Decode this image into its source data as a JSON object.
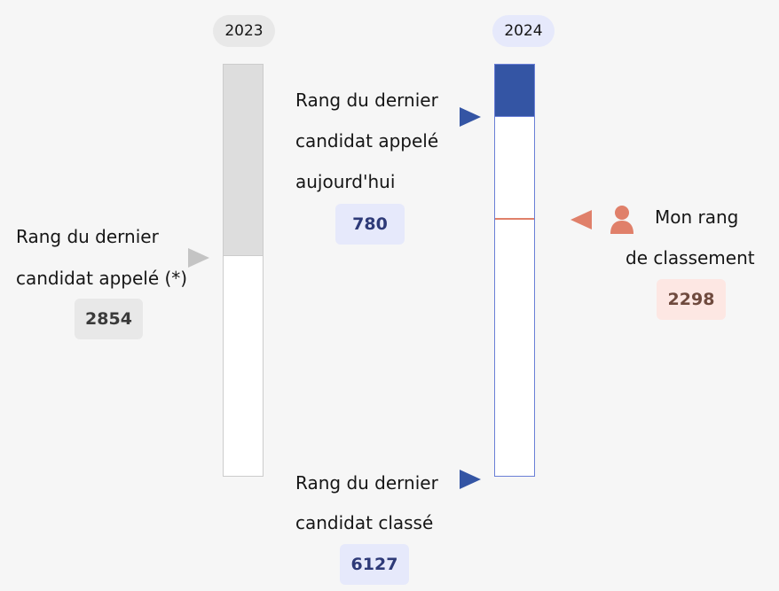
{
  "years": {
    "previous": "2023",
    "current": "2024"
  },
  "bars": {
    "previous_total": 6127,
    "previous_called": 2854,
    "current_total": 6127,
    "current_called": 780,
    "my_rank": 2298
  },
  "labels": {
    "last_called_prev_line1": "Rang du dernier",
    "last_called_prev_line2": "candidat appelé (*)",
    "last_called_prev_value": "2854",
    "last_called_today_line1": "Rang du dernier",
    "last_called_today_line2": "candidat appelé",
    "last_called_today_line3": "aujourd'hui",
    "last_called_today_value": "780",
    "last_ranked_line1": "Rang du dernier",
    "last_ranked_line2": "candidat classé",
    "last_ranked_value": "6127",
    "my_rank_line1": "Mon rang",
    "my_rank_line2": "de classement",
    "my_rank_value": "2298"
  },
  "colors": {
    "previous_fill": "#dddddd",
    "current_fill": "#3455a4",
    "current_border": "#6a7fd6",
    "my_rank_marker": "#e0806a",
    "grey_arrow": "#c4c4c4",
    "blue_arrow": "#3455a4"
  },
  "icons": {
    "my_rank": "user-icon"
  }
}
